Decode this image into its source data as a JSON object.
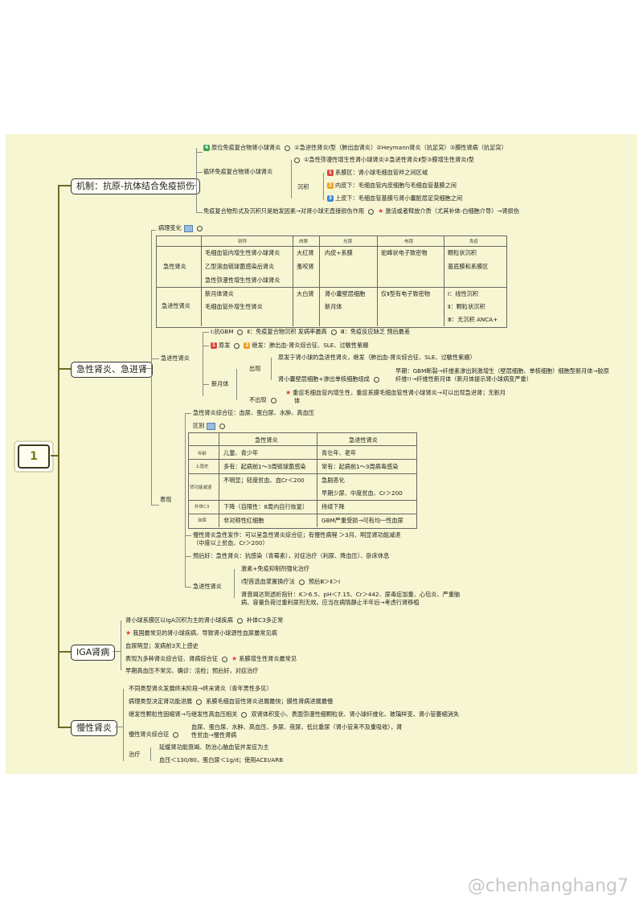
{
  "root": {
    "label": "1"
  },
  "branches": {
    "b1": "机制：抗原-抗体结合免疫损伤",
    "b2": "急性肾炎、急进肾",
    "b3": "IGA肾病",
    "b4": "慢性肾炎"
  },
  "mech": {
    "l1_badge": "4",
    "l1": "原位免疫复合物肾小球肾炎",
    "l1r": "①急进性肾炎Ⅰ型（肺出血肾炎）②Heymann肾炎（抗足突）③膜性肾病（抗足突）",
    "l2": "循环免疫复合物肾小球肾炎",
    "l2a": "①急性弥漫性增生性肾小球肾炎②急进性肾炎Ⅱ型③膜增生性肾炎Ⅰ型",
    "l2b": "沉积",
    "l2b1_badge": "1",
    "l2b1": "系膜区：肾小球毛细血管袢之间区域",
    "l2b2_badge": "2",
    "l2b2": "内皮下：毛细血管内皮细胞与毛细血管基膜之间",
    "l2b3_badge": "3",
    "l2b3": "上皮下：毛细血管基膜与肾小囊脏层足突细胞之间",
    "l3": "免疫复合物形式及沉积只是始发因素→对肾小球无直接损伤作用",
    "l3r": "激活或者释放介质（尤其补体-白细胞介导）→肾损伤"
  },
  "patho": {
    "title": "病理变化",
    "headers": [
      "别称",
      "肉眼",
      "光镜",
      "电镜",
      "免疫"
    ],
    "acute_label": "急性肾炎",
    "acute_names": [
      "毛细血管内增生性肾小球肾炎",
      "乙型溶血链球菌感染后肾炎",
      "急性弥漫性增生性肾小球肾炎"
    ],
    "acute_gross": [
      "大红肾",
      "蚤咬肾"
    ],
    "acute_lm": "内皮+系膜",
    "acute_em": "驼峰状电子致密物",
    "acute_if": [
      "颗粒状沉积",
      "基底膜和系膜区"
    ],
    "rapid_label": "急进性肾炎",
    "rapid_names": [
      "新月体肾炎",
      "毛细血管外增生性肾炎"
    ],
    "rapid_gross": "大白肾",
    "rapid_lm": [
      "肾小囊壁层细胞",
      "新月体"
    ],
    "rapid_em": "仅Ⅱ型有电子致密物",
    "rapid_if": [
      "Ⅰ：线性沉积",
      "Ⅱ：颗粒状沉积",
      "Ⅲ：无沉积 ANCA+"
    ]
  },
  "rapid": {
    "label": "急进性肾炎",
    "types": "Ⅰ:抗GBM",
    "types2": "Ⅱ：免疫复合物沉积 发病率最高",
    "types3": "Ⅲ：免疫反应缺乏  预后最差",
    "primary_badge": "1",
    "primary": "原发",
    "secondary_badge": "2",
    "secondary": "继发：肺出血-肾炎综合征、SLE、过敏性紫癜",
    "crescent": "新月体",
    "appear": "出现",
    "appear1": "原发于肾小球的急进性肾炎，继发（肺出血-肾炎综合征、SLE、过敏性紫癜）",
    "appear2": "肾小囊壁层细胞+渗出单核细胞组成",
    "appear3": "早期：GBM断裂→纤维素渗出刺激增生（壁层细胞、单核细胞）细胞型新月体→胶原",
    "appear4": "纤维!!→纤维性新月体（新月体提示肾小球病变严重）",
    "none": "不出现",
    "none1": "重症毛细血管内增生性，重症系膜毛细血管性肾小球肾炎→可以出现急进肾；无新月",
    "none2": "体"
  },
  "present": {
    "label": "表现",
    "l1": "急性肾炎综合征：血尿、蛋白尿、水肿、高血压",
    "diff": "区别",
    "cols": [
      "急性肾炎",
      "急进性肾炎"
    ],
    "rows": [
      {
        "k": "年龄",
        "a": "儿童、青少年",
        "b": "青壮年、老年"
      },
      {
        "k": "上感史",
        "a": "多有：起病前1～3周链球菌感染",
        "b": "常有：起病前1～3周病毒感染"
      },
      {
        "k": "肾功能减退",
        "a": "不明显；轻度贫血、血Cr＜200",
        "b": "急剧恶化",
        "b2": "早期少尿、中度贫血、Cr＞200"
      },
      {
        "k": "补体C3",
        "a": "下降（自限性：8周内自行恢复）",
        "b": "持续下降"
      },
      {
        "k": "血尿",
        "a": "非对称性红细胞",
        "b": "GBM严重受损→可有均一性血尿"
      }
    ],
    "chronic1": "慢性肾炎急性发作：可以呈急性肾炎综合征；有慢性病程 ＞3月、明显肾功能减退",
    "chronic2": "（中度以上贫血、Cr＞200）",
    "prognosis": "预后好：急性肾炎：抗感染（青霉素），对症治疗（利尿、降血压）、卧床休息",
    "rp_label": "急进性肾炎",
    "rp1": "激素+免疫抑制剂强化治疗",
    "rp2": "Ⅰ型首选血浆置换疗法",
    "rp2r": "预后Ⅲ＞Ⅱ＞Ⅰ",
    "rp3": "肾衰竭达到透析指针：K＞6.5、pH＜7.15、Cr＞442、尿毒症加重、心包炎、严重脑",
    "rp4": "病、容量负荷过重利尿剂无效。应当在病情静止半年后→考虑行肾移植"
  },
  "iga": {
    "l1": "肾小球系膜区以IgA沉积为主的肾小球疾病",
    "l1r": "补体C3多正常",
    "l2": "我国最常见的肾小球疾病、导致肾小球源性血尿最常见病",
    "l3": "血尿明显；发病前3天上感史",
    "l4": "表现为多种肾炎综合征、肾病综合征",
    "l4r": "系膜增生性肾炎最常见",
    "l5": "早期高血压不常见、确诊：活检；预后好，对症治疗"
  },
  "chronic": {
    "l1": "不同类型肾炎发展终末阶段→终末肾炎（青年男性多见）",
    "l2": "病理类型决定肾功能进展",
    "l2r": "系膜毛细血管性肾炎进展最快；膜性肾病进展最慢",
    "l3": "继发性颗粒性固缩肾→与继发性高血压相关",
    "l3r": "双肾体积变小、表面弥漫性细颗粒状、肾小球纤维化、玻璃样变、肾小管萎缩消失",
    "l4": "慢性肾炎综合征",
    "l4r1": "血尿、蛋白尿、水肿、高血压、多尿、夜尿、低比重尿（肾小管来不及重吸收），肾",
    "l4r2": "性贫血→慢性肾病",
    "treat": "治疗",
    "t1": "延缓肾功能衰竭、防治心脑血管并发症为主",
    "t2": "血压＜130/80，蛋白尿＜1g/d；使用ACEI/ARB"
  },
  "watermark": "@chenhanghang7"
}
